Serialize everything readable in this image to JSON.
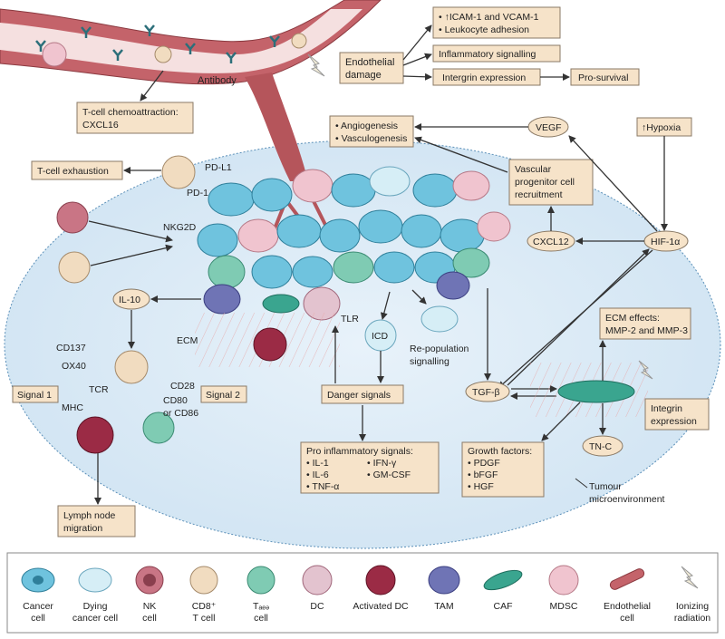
{
  "labels": {
    "endothelial_damage": [
      "Endothelial",
      "damage"
    ],
    "icam": [
      "• ↑ICAM-1 and VCAM-1",
      "• Leukocyte adhesion"
    ],
    "inflammatory_signalling": "Inflammatory signalling",
    "intergrin_expression": "Intergrin expression",
    "pro_survival": "Pro-survival",
    "antibody": "Antibody",
    "tcell_chemo": [
      "T-cell chemoattraction:",
      "CXCL16"
    ],
    "angiogenesis": [
      "• Angiogenesis",
      "• Vasculogenesis"
    ],
    "vegf": "VEGF",
    "hypoxia": "↑Hypoxia",
    "vascular_progenitor": [
      "Vascular",
      "progenitor cell",
      "recruitment"
    ],
    "cxcl12": "CXCL12",
    "hif": "HIF-1α",
    "tcell_exhaustion": "T-cell exhaustion",
    "pdl1": "PD-L1",
    "pd1": "PD-1",
    "nkg2d": "NKG2D",
    "il10": "IL-10",
    "ecm": "ECM",
    "tlr": "TLR",
    "icd": "ICD",
    "repopulation": [
      "Re-population",
      "signalling"
    ],
    "ecm_effects": [
      "ECM effects:",
      "MMP-2 and MMP-3"
    ],
    "cd137": "CD137",
    "ox40": "OX40",
    "tcr": "TCR",
    "mhc": "MHC",
    "cd28": "CD28",
    "cd80": [
      "CD80",
      "or CD86"
    ],
    "signal1": "Signal 1",
    "signal2": "Signal 2",
    "danger_signals": "Danger signals",
    "tgfb": "TGF-β",
    "integrin_expression": [
      "Integrin",
      "expression"
    ],
    "tnc": "TN-C",
    "growth_factors": [
      "Growth factors:",
      "• PDGF",
      "• bFGF",
      "• HGF"
    ],
    "proinflammatory_title": "Pro inflammatory signals:",
    "proinflammatory_col1": [
      "• IL-1",
      "• IL-6",
      "• TNF-α"
    ],
    "proinflammatory_col2": [
      "• IFN-γ",
      "• GM-CSF"
    ],
    "lymph_node": [
      "Lymph node",
      "migration"
    ],
    "tumour_micro": [
      "Tumour",
      "microenvironment"
    ]
  },
  "legend": [
    [
      "Cancer",
      "cell"
    ],
    [
      "Dying",
      "cancer cell"
    ],
    [
      "NK",
      "cell"
    ],
    [
      "CD8⁺",
      "T cell"
    ],
    [
      "Tₐₑₔ",
      "cell"
    ],
    [
      "DC",
      ""
    ],
    [
      "Activated DC",
      ""
    ],
    [
      "TAM",
      ""
    ],
    [
      "CAF",
      ""
    ],
    [
      "MDSC",
      ""
    ],
    [
      "Endothelial",
      "cell"
    ],
    [
      "Ionizing",
      "radiation"
    ]
  ],
  "colors": {
    "cancer": "#6fc3de",
    "dying": "#d6eef6",
    "nk": "#c97585",
    "cd8": "#f1dcc0",
    "treg": "#7fcbb3",
    "dc": "#e3c3cf",
    "activated_dc": "#9b2b45",
    "tam": "#6f74b5",
    "caf": "#3aa58f",
    "mdsc": "#f0c4cf",
    "vessel": "#b5555b",
    "box": "#f6e3c9",
    "micro": "#dcebf7"
  }
}
